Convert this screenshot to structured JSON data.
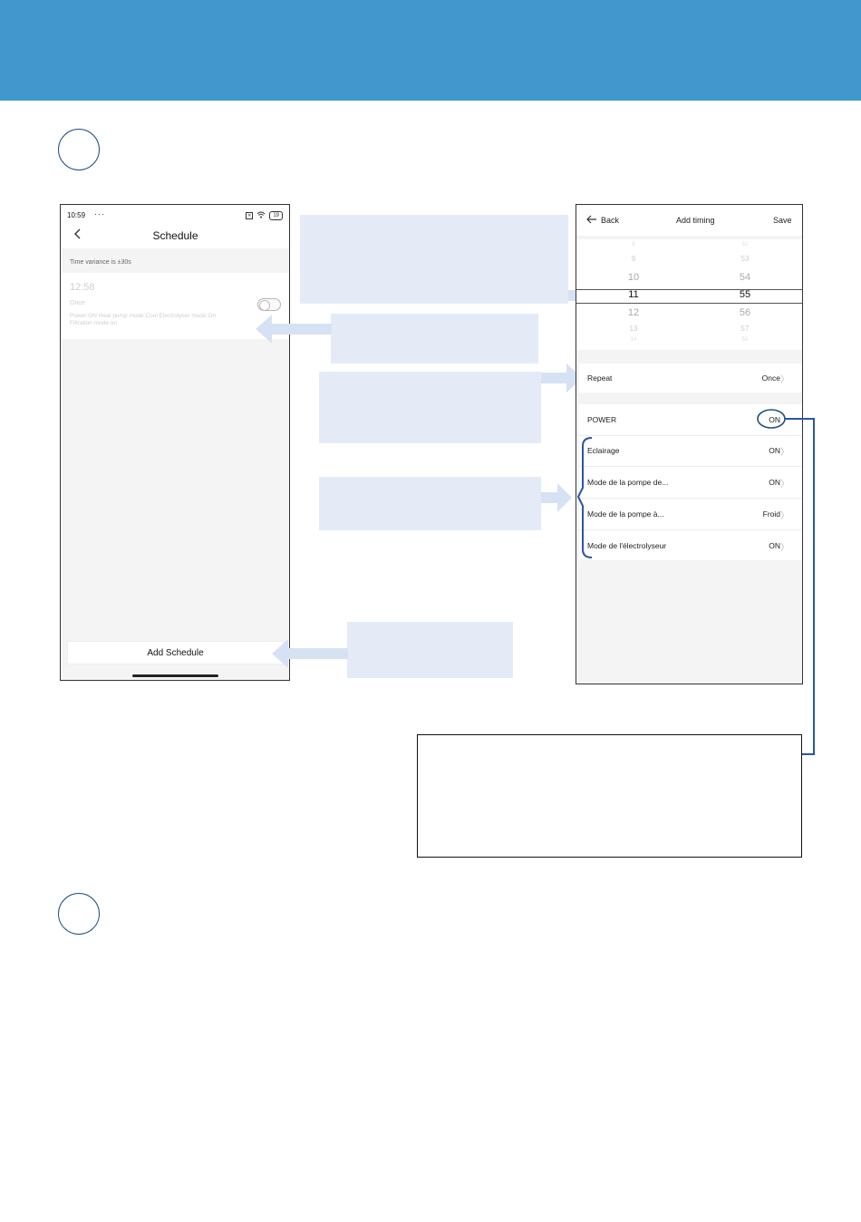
{
  "schedule_screen": {
    "status_time": "10:59",
    "status_dots": "···",
    "status_battery": "19",
    "title": "Schedule",
    "variance_note": "Time variance is ±30s",
    "entry": {
      "time": "12:58",
      "repeat": "Once",
      "details_line1": "Power:ON  Heat pump mode:Cool  Electrolyser mode:On",
      "details_line2": "Filtration mode:on"
    },
    "add_button": "Add Schedule"
  },
  "add_timing_screen": {
    "back_label": "Back",
    "title": "Add timing",
    "save_label": "Save",
    "hours": [
      "8",
      "9",
      "10",
      "11",
      "12",
      "13",
      "14"
    ],
    "minutes": [
      "52",
      "53",
      "54",
      "55",
      "56",
      "57",
      "58"
    ],
    "selected_hour": "11",
    "selected_minute": "55",
    "repeat": {
      "label": "Repeat",
      "value": "Once"
    },
    "power": {
      "label": "POWER",
      "value": "ON"
    },
    "settings": [
      {
        "label": "Eclairage",
        "value": "ON"
      },
      {
        "label": "Mode de la pompe de...",
        "value": "ON"
      },
      {
        "label": "Mode de la pompe à...",
        "value": "Froid"
      },
      {
        "label": "Mode de l'électrolyseur",
        "value": "ON"
      }
    ]
  },
  "colors": {
    "header": "#4297cd",
    "callout": "#e4ebf7",
    "annotation": "#1f4f82"
  }
}
